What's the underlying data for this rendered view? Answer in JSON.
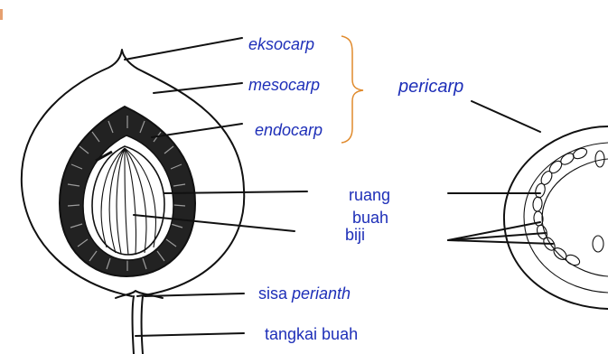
{
  "labels": {
    "eksocarp": "eksocarp",
    "mesocarp": "mesocarp",
    "endocarp": "endocarp",
    "pericarp": "pericarp",
    "ruang_buah": "ruang buah",
    "biji": "biji",
    "sisa_prefix": "sisa ",
    "perianth": "perianth",
    "tangkai_buah": "tangkai buah"
  },
  "colors": {
    "label_text": "#1e2fb8",
    "bracket": "#e08a2c",
    "ink": "#111111"
  }
}
